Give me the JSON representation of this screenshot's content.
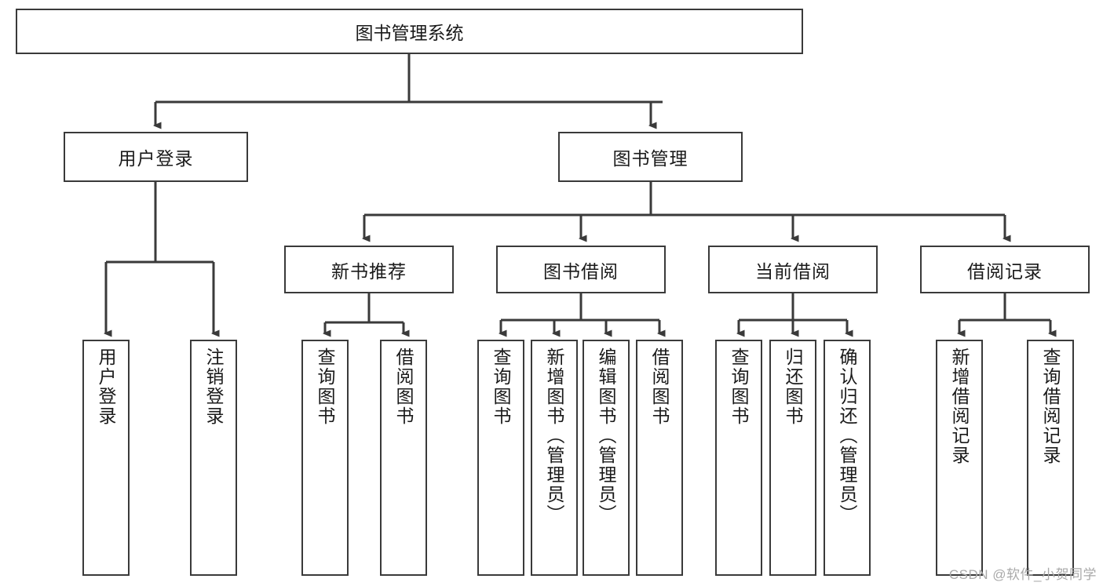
{
  "diagram": {
    "title": "图书管理系统",
    "type": "功能结构图",
    "colors": {
      "box_border": "#3a3a3a",
      "box_fill": "#ffffff",
      "line": "#3a3a3a",
      "text": "#1a1a1a",
      "watermark": "#a9a9a9",
      "background": "#ffffff"
    }
  },
  "root": {
    "label": "图书管理系统"
  },
  "level2": [
    {
      "id": "user-login",
      "label": "用户登录"
    },
    {
      "id": "book-manage",
      "label": "图书管理"
    }
  ],
  "level3": [
    {
      "id": "new-book-recommend",
      "label": "新书推荐"
    },
    {
      "id": "book-borrow",
      "label": "图书借阅"
    },
    {
      "id": "current-borrow",
      "label": "当前借阅"
    },
    {
      "id": "borrow-record",
      "label": "借阅记录"
    }
  ],
  "leaves": {
    "user_login": [
      {
        "id": "leaf-user-login",
        "label": "用户登录"
      },
      {
        "id": "leaf-logout-login",
        "label": "注销登录"
      }
    ],
    "new_book_recommend": [
      {
        "id": "leaf-query-book-1",
        "label": "查询图书"
      },
      {
        "id": "leaf-borrow-book-1",
        "label": "借阅图书"
      }
    ],
    "book_borrow": [
      {
        "id": "leaf-query-book-2",
        "label": "查询图书"
      },
      {
        "id": "leaf-add-book",
        "label": "新增图书（管理员）"
      },
      {
        "id": "leaf-edit-book",
        "label": "编辑图书（管理员）"
      },
      {
        "id": "leaf-borrow-book-2",
        "label": "借阅图书"
      }
    ],
    "current_borrow": [
      {
        "id": "leaf-query-book-3",
        "label": "查询图书"
      },
      {
        "id": "leaf-return-book",
        "label": "归还图书"
      },
      {
        "id": "leaf-confirm-return",
        "label": "确认归还（管理员）"
      }
    ],
    "borrow_record": [
      {
        "id": "leaf-add-record",
        "label": "新增借阅记录"
      },
      {
        "id": "leaf-query-record",
        "label": "查询借阅记录"
      }
    ]
  },
  "watermark": {
    "text": "CSDN @软件_小贺同学"
  }
}
